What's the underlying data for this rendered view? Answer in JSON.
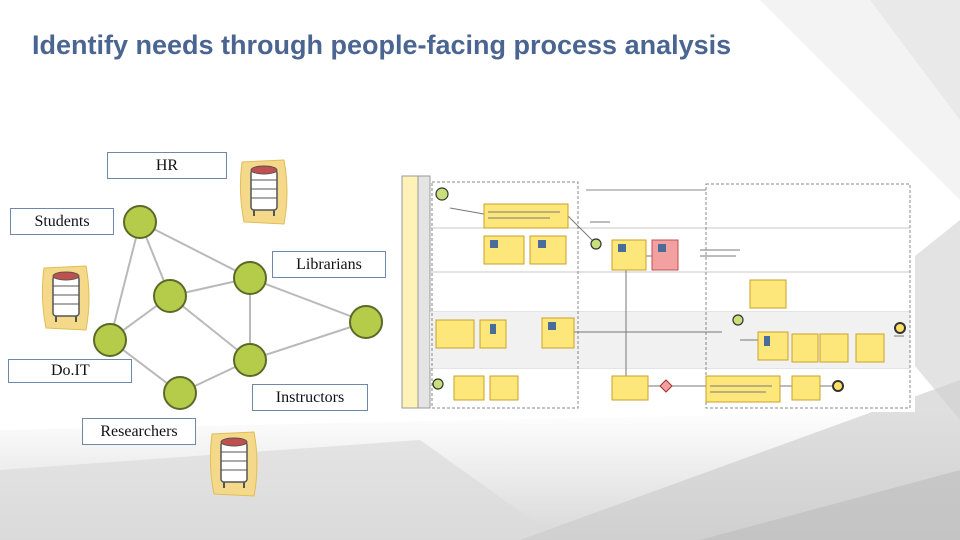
{
  "title": "Identify needs through people-facing process analysis",
  "stakeholders": {
    "hr": "HR",
    "students": "Students",
    "librarians": "Librarians",
    "doit": "Do.IT",
    "instructors": "Instructors",
    "researchers": "Researchers"
  },
  "colors": {
    "title": "#4a6591",
    "node_fill": "#b5cc4a",
    "node_stroke": "#5b6a28",
    "edge": "#b9b9b9",
    "label_border": "#6f87a8",
    "db_background": "#f4d98a",
    "db_lid": "#c0504d",
    "task_fill": "#fde67a"
  },
  "icons": [
    "database-icon",
    "process-diagram-icon"
  ]
}
